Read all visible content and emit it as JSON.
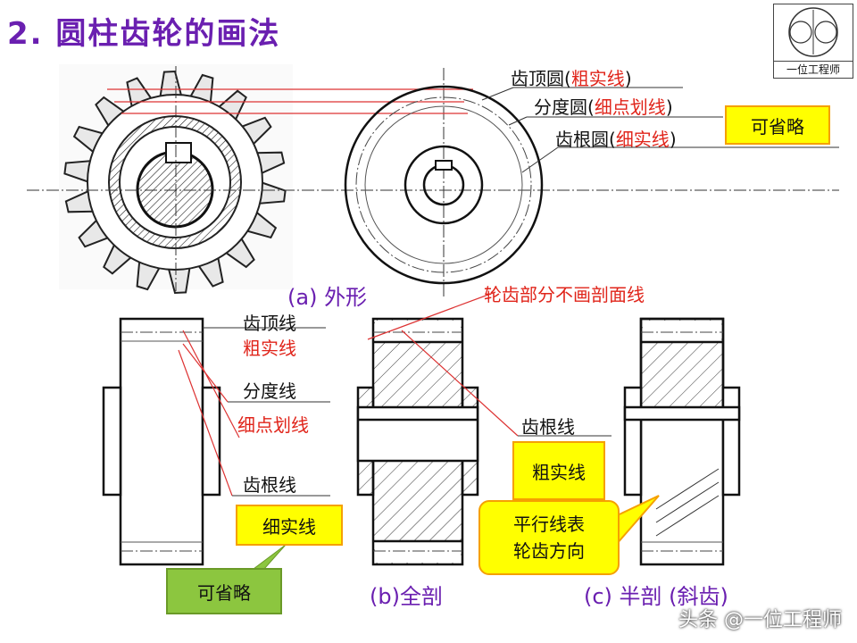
{
  "title": "2.  圆柱齿轮的画法",
  "logo": {
    "caption": "一位工程师"
  },
  "top_view": {
    "addendum_circle": {
      "name": "齿顶圆",
      "open": "(",
      "type": "粗实线",
      "close": ")"
    },
    "pitch_circle": {
      "name": "分度圆",
      "open": "(",
      "type": "细点划线",
      "close": ")"
    },
    "root_circle": {
      "name": "齿根圆",
      "open": "(",
      "type": "细实线",
      "close": ")"
    },
    "omit_note": "可省略",
    "caption": "(a) 外形"
  },
  "side_a": {
    "addendum_line": "齿顶线",
    "addendum_type": "粗实线",
    "pitch_line": "分度线",
    "pitch_type": "细点划线",
    "root_line": "齿根线",
    "root_type": "细实线",
    "omit_note": "可省略"
  },
  "side_b": {
    "no_hatch_note": "轮齿部分不画剖面线",
    "root_line": "齿根线",
    "root_type": "粗实线",
    "caption": "(b)全剖"
  },
  "side_c": {
    "callout_line1": "平行线表",
    "callout_line2": "轮齿方向",
    "caption": "(c) 半剖 (斜齿)"
  },
  "watermark": "头条 @一位工程师",
  "colors": {
    "title": "#6a1fb0",
    "accent_red": "#e0241a",
    "note_yellow": "#ffff00",
    "note_green": "#8cc63f",
    "box_border": "#f5a000"
  }
}
